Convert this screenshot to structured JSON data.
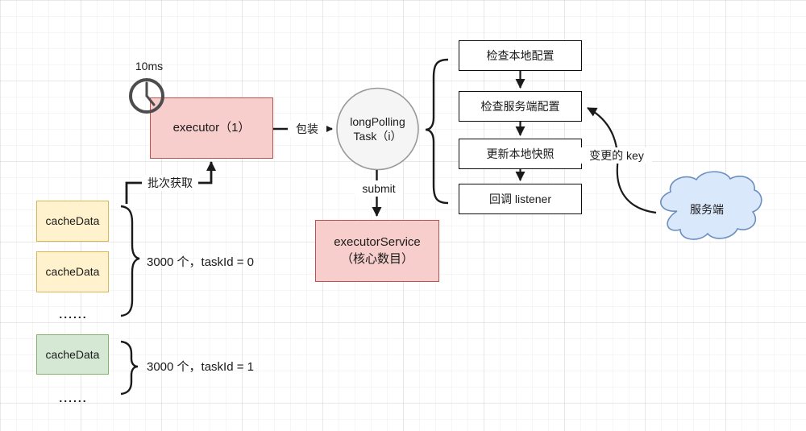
{
  "colors": {
    "red_fill": "#f8cecc",
    "red_border": "#b85450",
    "yellow_fill": "#fff2cc",
    "yellow_border": "#d6b656",
    "green_fill": "#d5e8d4",
    "green_border": "#82b366",
    "cloud_fill": "#dae8fc",
    "cloud_border": "#6c8ebf",
    "circle_fill": "#f5f5f5",
    "circle_border": "#999999",
    "line": "#1a1a1a"
  },
  "timer": {
    "label": "10ms",
    "icon": "clock-icon"
  },
  "executor": {
    "label": "executor（1）"
  },
  "long_polling_task": {
    "line1": "longPolling",
    "line2": "Task（i）"
  },
  "executor_service": {
    "line1": "executorService",
    "line2": "（核心数目）"
  },
  "edges": {
    "wrap": "包装",
    "submit": "submit",
    "batch_fetch": "批次获取",
    "changed_key": "变更的 key"
  },
  "steps": [
    {
      "label": "检查本地配置"
    },
    {
      "label": "检查服务端配置"
    },
    {
      "label": "更新本地快照"
    },
    {
      "label": "回调 listener"
    }
  ],
  "server_cloud": {
    "label": "服务端"
  },
  "cache_groups": [
    {
      "boxes": [
        "cacheData",
        "cacheData"
      ],
      "ellipsis": "......",
      "annotation": "3000 个，taskId = 0"
    },
    {
      "boxes": [
        "cacheData"
      ],
      "ellipsis": "......",
      "annotation": "3000 个，taskId = 1"
    }
  ]
}
